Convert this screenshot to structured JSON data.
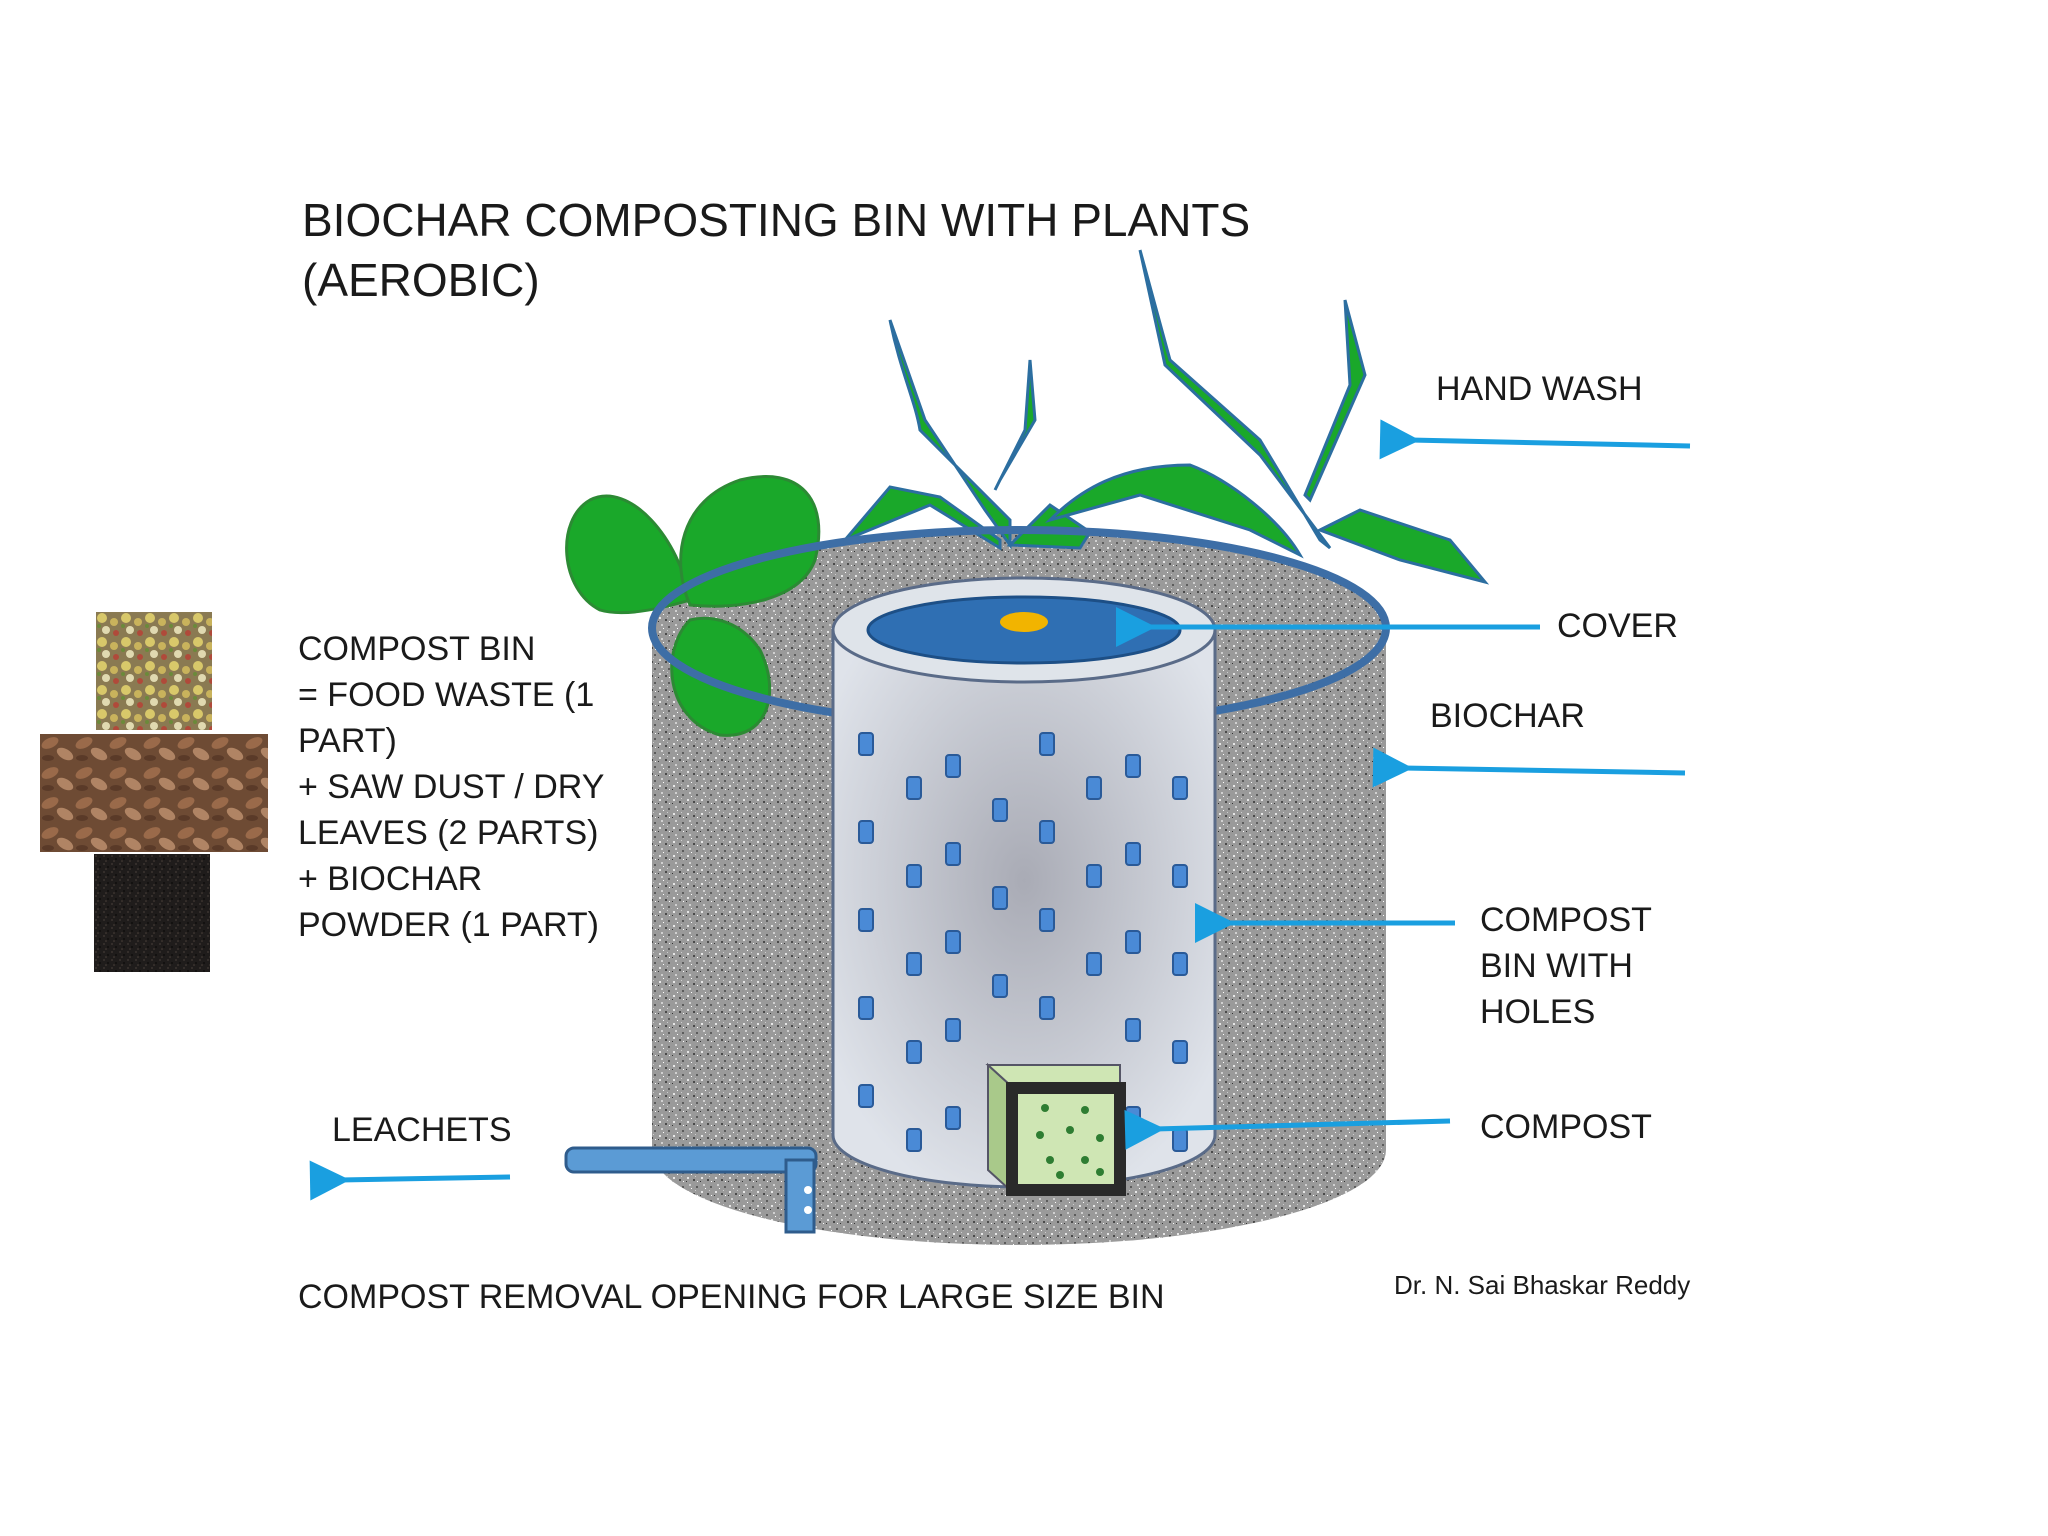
{
  "title": {
    "line1": "BIOCHAR COMPOSTING BIN WITH PLANTS",
    "line2": "(AEROBIC)"
  },
  "recipe": {
    "lines": [
      "COMPOST BIN",
      "= FOOD WASTE (1",
      "PART)",
      "+ SAW DUST / DRY",
      "LEAVES (2 PARTS)",
      "+ BIOCHAR",
      "POWDER (1 PART)"
    ]
  },
  "labels": {
    "hand_wash": "HAND WASH",
    "cover": "COVER",
    "biochar": "BIOCHAR",
    "compost_bin_holes": [
      "COMPOST",
      "BIN WITH",
      "HOLES"
    ],
    "compost": "COMPOST",
    "leachets": "LEACHETS"
  },
  "footer": "COMPOST REMOVAL OPENING FOR LARGE SIZE BIN",
  "credit": "Dr. N. Sai Bhaskar Reddy",
  "colors": {
    "arrow": "#1a9fe0",
    "leaf": "#1aa82a",
    "leaf_dark": "#2c8a34",
    "rim": "#3d6ea6",
    "cover": "#2f6fb3",
    "hole": "#4a8ad6",
    "pipe": "#5b9bd5",
    "compost_box": "#cfe6b4"
  },
  "swatches": [
    "food-waste-photo",
    "dry-leaves-photo",
    "biochar-powder-photo"
  ]
}
